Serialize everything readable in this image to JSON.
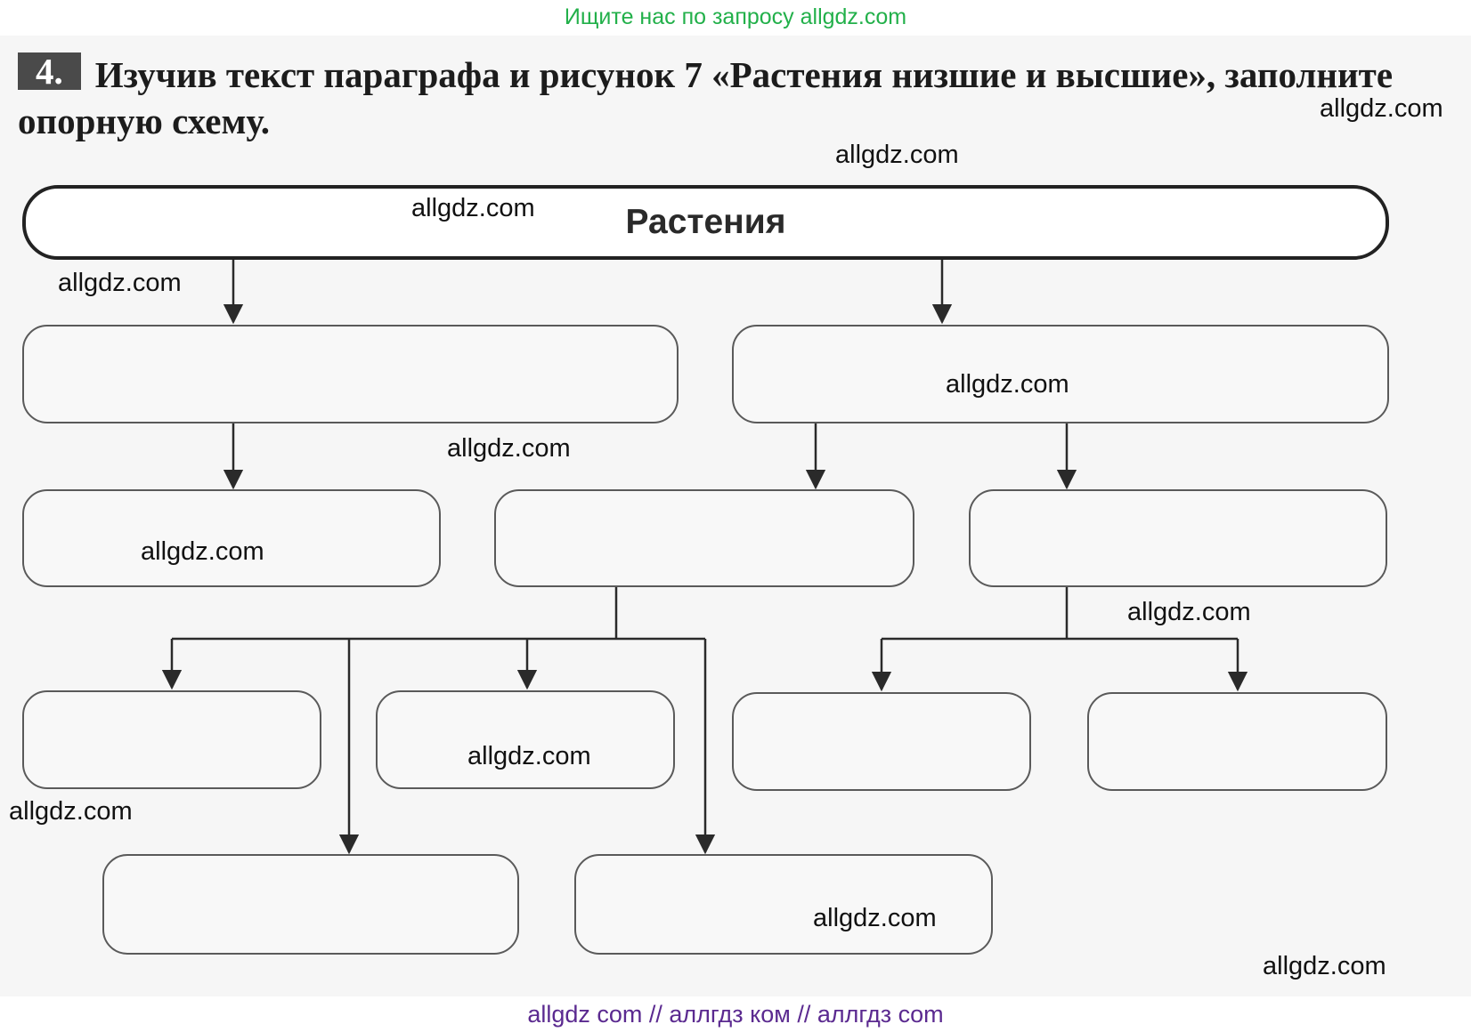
{
  "banner_top": "Ищите нас по запросу allgdz.com",
  "task": {
    "number": "4.",
    "text": "Изучив текст параграфа и рисунок 7 «Растения низшие и высшие», заполните опорную схему."
  },
  "diagram": {
    "root_label": "Растения",
    "empty_boxes": [
      "",
      "",
      "",
      "",
      "",
      "",
      "",
      "",
      "",
      "",
      ""
    ]
  },
  "watermark": "allgdz.com",
  "banner_bottom": "allgdz com  //  аллгдз ком  //  аллгдз com"
}
